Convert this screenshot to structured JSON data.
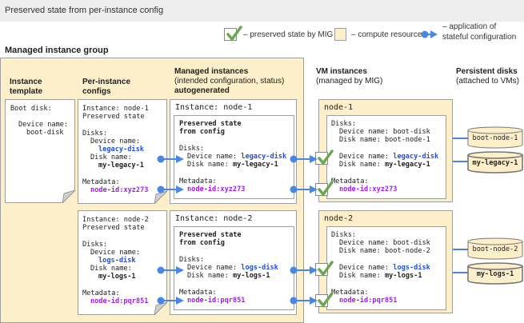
{
  "title": "Preserved state from per-instance config",
  "legend": {
    "preserved": "– preserved state by MIG",
    "compute": "– compute resource",
    "application_line1": "– application of",
    "application_line2": "stateful configuration"
  },
  "colors": {
    "compute_resource": "#fdefc9",
    "device_name": "#1f4fe0",
    "metadata": "#a31cf0",
    "arrow": "#4a86e8",
    "check": "#6aa84f"
  },
  "mig_label": "Managed instance group",
  "headers": {
    "template_1": "Instance",
    "template_2": "template",
    "configs_1": "Per-instance",
    "configs_2": "configs",
    "managed_1": "Managed instances",
    "managed_2": "(intended configuration, status)",
    "managed_3": "autogenerated",
    "vm_1": "VM instances",
    "vm_2": "(managed by MIG)",
    "disks_1": "Persistent disks",
    "disks_2": "(attached to VMs)"
  },
  "template": {
    "boot_disk": "Boot disk:",
    "device_name_label": "Device name:",
    "device_name": "boot-disk"
  },
  "labels": {
    "instance": "Instance: ",
    "preserved_state": "Preserved state",
    "preserved_from_1": "Preserved state",
    "preserved_from_2": "from config",
    "disks": "Disks:",
    "device_name": "Device name:",
    "disk_name": "Disk name:",
    "metadata": "Metadata:"
  },
  "nodes": [
    {
      "name": "node-1",
      "device": "legacy-disk",
      "disk": "my-legacy-1",
      "metadata": "node-id:xyz273",
      "boot_device": "boot-disk",
      "boot_disk": "boot-node-1"
    },
    {
      "name": "node-2",
      "device": "logs-disk",
      "disk": "my-logs-1",
      "metadata": "node-id:pqr851",
      "boot_device": "boot-disk",
      "boot_disk": "boot-node-2"
    }
  ]
}
